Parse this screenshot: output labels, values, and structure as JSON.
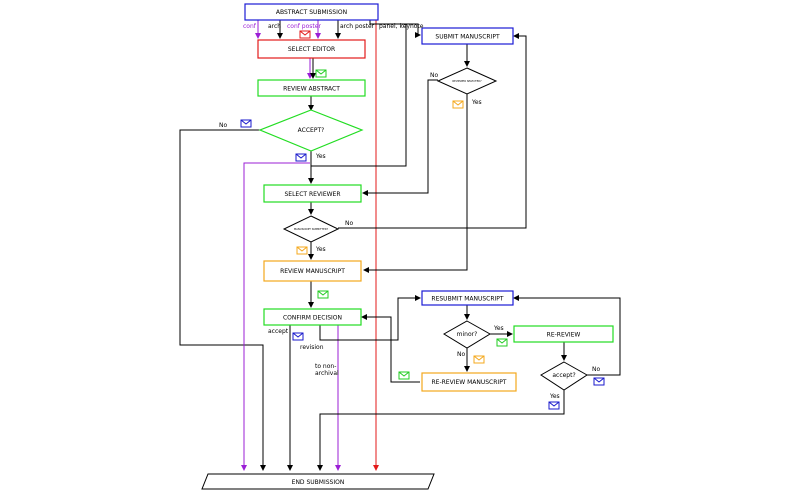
{
  "colors": {
    "blue": "#1c1cd4",
    "red": "#e31a1a",
    "green": "#22dd22",
    "orange": "#f4a81d",
    "purple": "#9b1fd6",
    "black": "#000000",
    "mail_blue": "#1a1acc",
    "mail_orange": "#f4a81d",
    "mail_green": "#22cc22",
    "mail_red": "#e31a1a"
  },
  "nodes": {
    "abstract_submission": "ABSTRACT SUBMISSION",
    "select_editor": "SELECT EDITOR",
    "review_abstract": "REVIEW ABSTRACT",
    "accept": "ACCEPT?",
    "select_reviewer": "SELECT REVIEWER",
    "manuscript_submitted": "MANUSCRIPT SUBMITTED?",
    "review_manuscript": "REVIEW MANUSCRIPT",
    "confirm_decision": "CONFIRM DECISION",
    "submit_manuscript": "SUBMIT MANUSCRIPT",
    "reviewer_selected": "REVIEWER SELECTED?",
    "resubmit_manuscript": "RESUBMIT MANUSCRIPT",
    "minor": "minor?",
    "re_review": "RE-REVIEW",
    "accept_small": "accept?",
    "re_review_manuscript": "RE-REVIEW MANUSCRIPT",
    "end_submission": "END SUBMISSION"
  },
  "edge_labels": {
    "conf": "conf",
    "arch": "arch",
    "conf_poster": "conf poster",
    "arch_poster": "arch poster",
    "panel_keynote": "panel, keynote",
    "no_accept": "No",
    "yes_accept": "Yes",
    "no_reviewer": "No",
    "yes_reviewer": "Yes",
    "no_manuscript": "No",
    "yes_manuscript": "Yes",
    "accept_out": "accept",
    "revision_out": "revision",
    "to_non_archival": "to non-\narchival",
    "yes_minor": "Yes",
    "no_minor": "No",
    "no_accept_small": "No",
    "yes_accept_small": "Yes"
  }
}
